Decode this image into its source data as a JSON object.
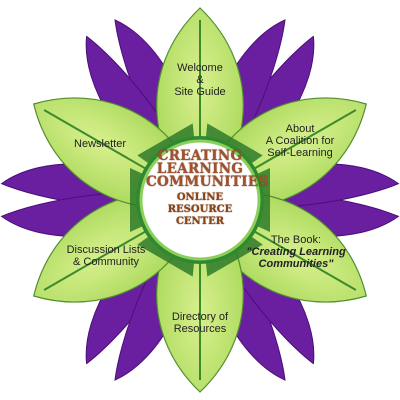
{
  "center": {
    "line1": "CREATING",
    "line2": "LEARNING",
    "line3": "COMMUNITIES",
    "line4": "ONLINE RESOURCE",
    "line5": "CENTER"
  },
  "nav": {
    "welcome": {
      "line1": "Welcome",
      "line2": "&",
      "line3": "Site Guide"
    },
    "about": {
      "line1": "About",
      "line2": "A Coalition for",
      "line3": "Self-Learning"
    },
    "book": {
      "line1": "The Book:",
      "line2": "\"Creating Learning",
      "line3": "Communities\""
    },
    "directory": {
      "line1": "Directory of",
      "line2": "Resources"
    },
    "discussion": {
      "line1": "Discussion Lists",
      "line2": "& Community"
    },
    "newsletter": {
      "line1": "Newsletter"
    }
  },
  "colors": {
    "petal_light": "#c4e57a",
    "petal_dark": "#3c8a2c",
    "back_petal": "#6a1fa0",
    "center_ring": "#2f8a2f",
    "center_fill": "#ffffff",
    "title": "#a0522d"
  }
}
